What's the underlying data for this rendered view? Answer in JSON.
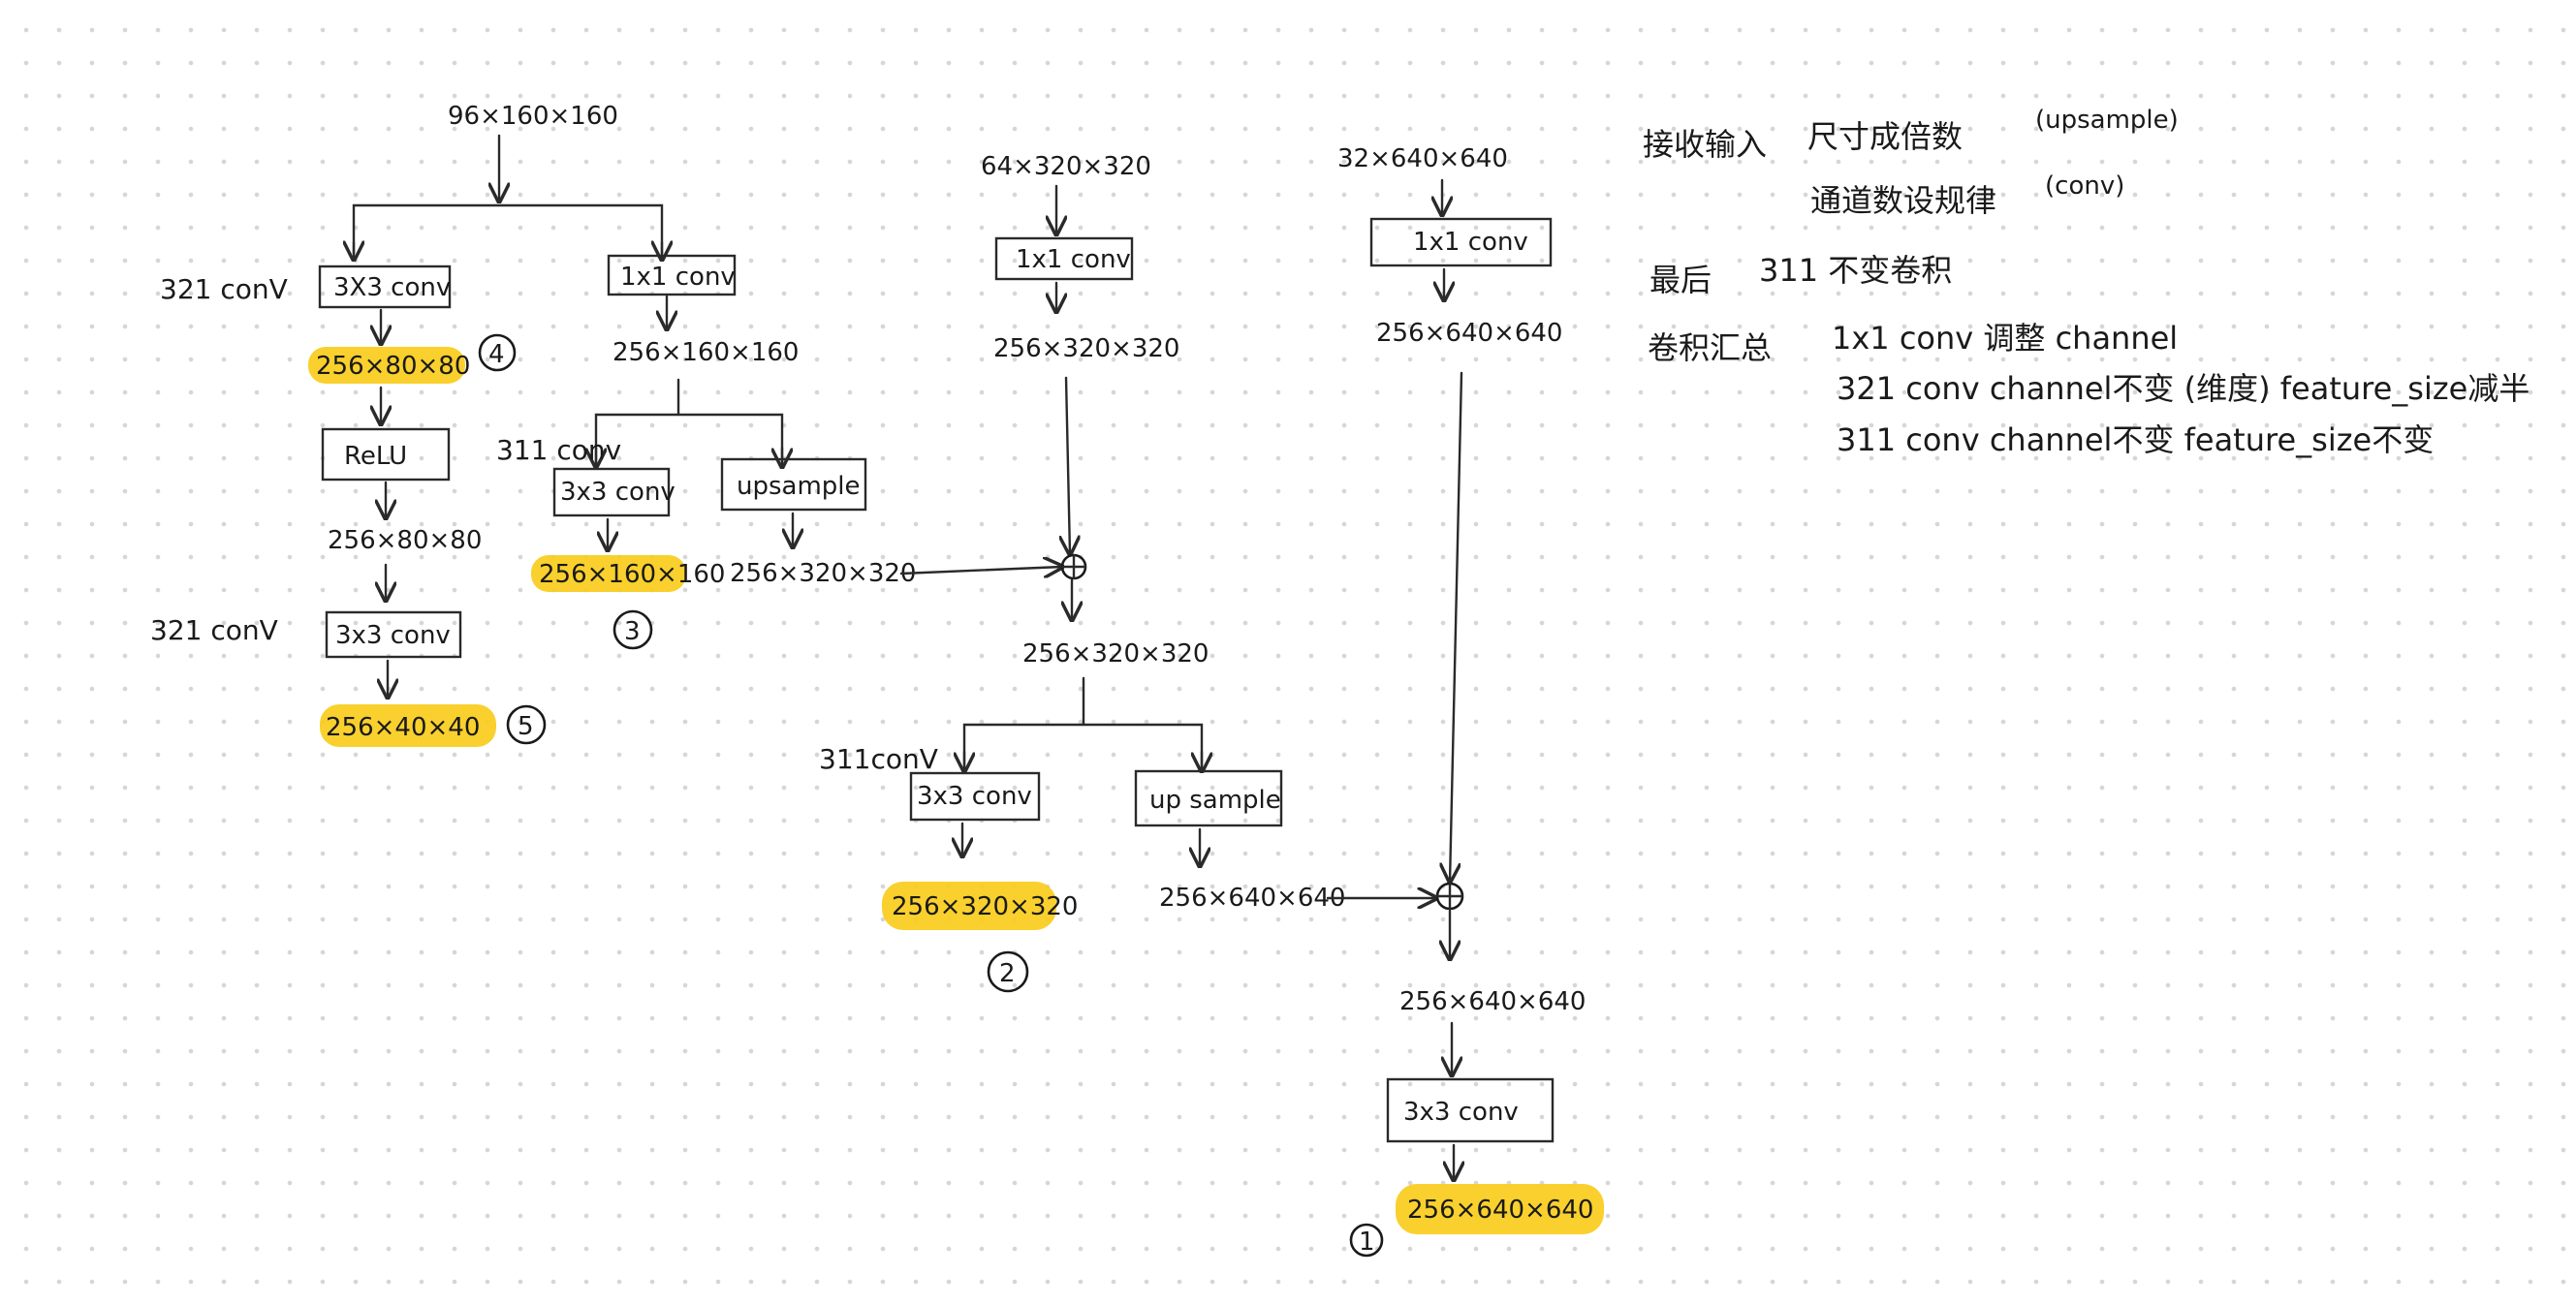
{
  "branch_a": {
    "input": "96×160×160",
    "conv1_label": "3X3 conv",
    "conv1_side": "321 conV",
    "out4": "256×80×80",
    "out4_mark": "4",
    "relu": "ReLU",
    "relu_out": "256×80×80",
    "conv2_label": "3x3 conv",
    "conv2_side": "321 conV",
    "out5": "256×40×40",
    "out5_mark": "5",
    "conv1x1_label": "1x1 conv",
    "conv1x1_out": "256×160×160",
    "conv3_side": "311 conv",
    "conv3_label": "3x3 conv",
    "out3": "256×160×160",
    "out3_mark": "3",
    "up_label": "upsample",
    "up_out": "256×320×320"
  },
  "branch_b": {
    "input": "64×320×320",
    "conv1x1_label": "1x1 conv",
    "conv1x1_out": "256×320×320",
    "sum_out": "256×320×320",
    "conv_side": "311conV",
    "conv_label": "3x3 conv",
    "out2": "256×320×320",
    "out2_mark": "2",
    "up_label": "up sample",
    "up_out": "256×640×640"
  },
  "branch_c": {
    "input": "32×640×640",
    "conv1x1_label": "1x1 conv",
    "conv1x1_out": "256×640×640",
    "sum_out": "256×640×640",
    "conv_label": "3x3 conv",
    "out1": "256×640×640",
    "out1_mark": "1"
  },
  "notes": {
    "line1_a": "接收输入",
    "line1_b": "尺寸成倍数",
    "line1_c": "(upsample)",
    "line2_a": "通道数设规律",
    "line2_b": "(conv)",
    "line3_a": "最后",
    "line3_b": "311 不变卷积",
    "line4_a": "卷积汇总",
    "line4_b": "1x1 conv 调整 channel",
    "line5": "321 conv channel不变 (维度) feature_size减半",
    "line6": "311 conv channel不变 feature_size不变"
  },
  "colors": {
    "highlight": "#f9cc1b",
    "ink": "#1a1a1a"
  }
}
